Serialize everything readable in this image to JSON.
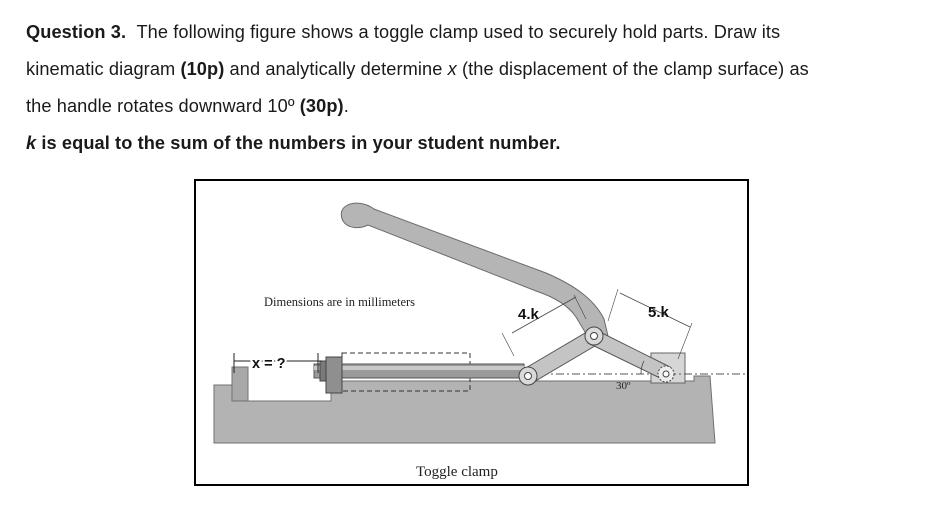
{
  "question": {
    "label": "Question 3.",
    "line1_text": "The following figure shows a toggle clamp used to securely hold parts. Draw its",
    "line2_pre": "kinematic diagram",
    "line2_points1": "(10p)",
    "line2_mid": "and analytically determine",
    "line2_var": "x",
    "line2_post": "(the displacement of the clamp surface) as",
    "line3_text": "the handle rotates downward 10º",
    "line3_points2": "(30p)",
    "line3_end": ".",
    "k_var": "k",
    "k_text": "is equal to the sum of the numbers in your student number."
  },
  "figure": {
    "dimensions_note": "Dimensions are in millimeters",
    "link1_label": "4.k",
    "link2_label": "5.k",
    "angle_label": "30º",
    "x_label": "x = ?",
    "caption": "Toggle clamp"
  }
}
